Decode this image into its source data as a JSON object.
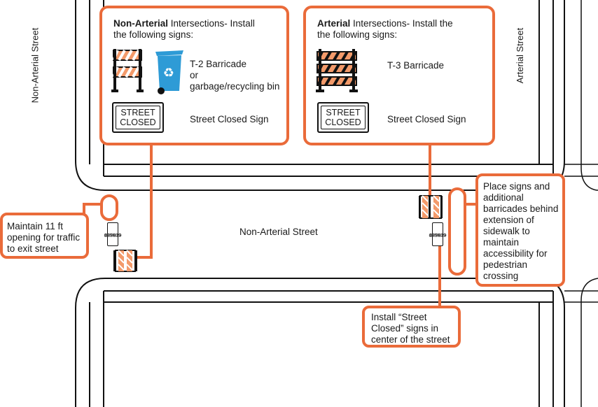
{
  "streets": {
    "left_vertical": "Non-Arterial Street",
    "right_vertical": "Arterial Street",
    "horizontal": "Non-Arterial Street"
  },
  "non_arterial_box": {
    "heading_bold": "Non-Arterial",
    "heading_rest_line1": " Intersections- Install",
    "heading_line2": "the following signs:",
    "barricade_label_line1": "T-2 Barricade",
    "barricade_label_line2": "or",
    "barricade_label_line3": "garbage/recycling bin",
    "sign_label": "Street Closed Sign"
  },
  "arterial_box": {
    "heading_bold": "Arterial",
    "heading_rest_line1": " Intersections- Install the",
    "heading_line2": "the following signs:",
    "barricade_label": "T-3 Barricade",
    "sign_label": "Street Closed Sign"
  },
  "street_closed_sign": {
    "line1": "STREET",
    "line2": "CLOSED"
  },
  "callouts": {
    "maintain_opening": [
      "Maintain 11 ft",
      "opening for traffic",
      "to exit street"
    ],
    "place_signs": [
      "Place signs and",
      "additional",
      "barricades behind",
      "extension of",
      "sidewalk to",
      "maintain",
      "accessibility for",
      "pedestrian",
      "crossing"
    ],
    "install_center": [
      "Install “Street",
      "Closed” signs in",
      "center of the street"
    ]
  },
  "colors": {
    "accent": "#ea6b3a",
    "bin_blue": "#2e9bd6",
    "road_line": "#111111"
  }
}
